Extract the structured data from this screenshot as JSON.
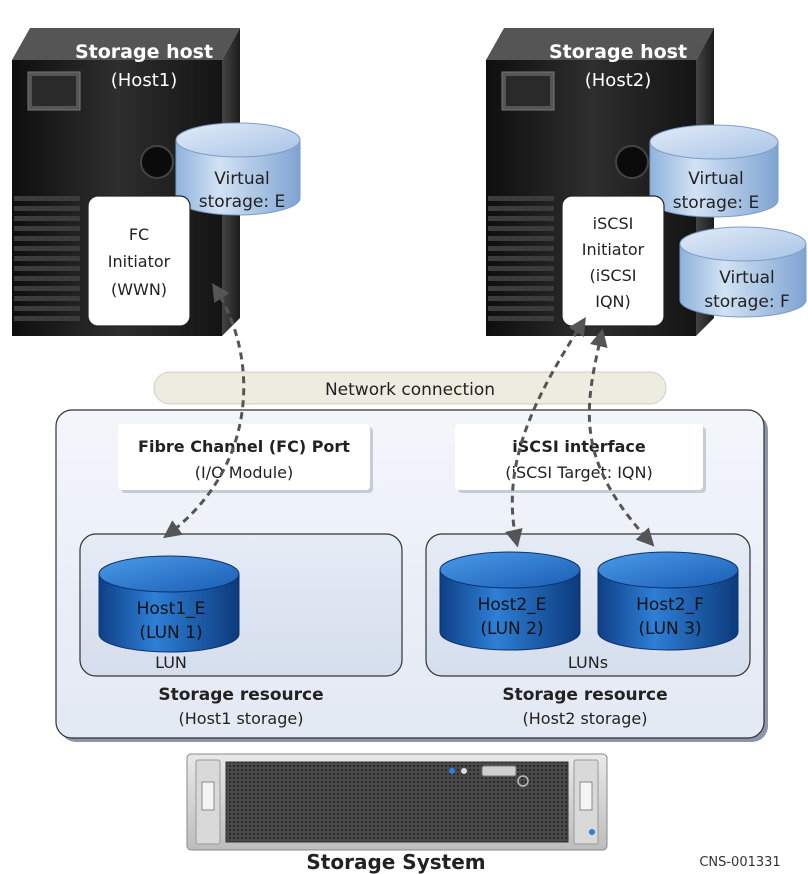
{
  "hosts": {
    "host1": {
      "title": "Storage host",
      "name": "(Host1)",
      "initiator": [
        "FC",
        "Initiator",
        "(WWN)"
      ],
      "virtual_storage": [
        "Virtual",
        "storage: E"
      ]
    },
    "host2": {
      "title": "Storage host",
      "name": "(Host2)",
      "initiator": [
        "iSCSI",
        "Initiator",
        "(iSCSI",
        "IQN)"
      ],
      "virtual_storage_e": [
        "Virtual",
        "storage: E"
      ],
      "virtual_storage_f": [
        "Virtual",
        "storage: F"
      ]
    }
  },
  "network": {
    "label": "Network connection"
  },
  "storage_system": {
    "fc_port": {
      "title": "Fibre Channel (FC) Port",
      "subtitle": "(I/O Module)"
    },
    "iscsi_interface": {
      "title": "iSCSI interface",
      "subtitle": "(iSCSI Target: IQN)"
    },
    "resource1": {
      "luns": [
        {
          "name": "Host1_E",
          "lun": "(LUN 1)"
        }
      ],
      "lun_label": "LUN",
      "title": "Storage resource",
      "subtitle": "(Host1 storage)"
    },
    "resource2": {
      "luns": [
        {
          "name": "Host2_E",
          "lun": "(LUN 2)"
        },
        {
          "name": "Host2_F",
          "lun": "(LUN 3)"
        }
      ],
      "lun_label": "LUNs",
      "title": "Storage resource",
      "subtitle": "(Host2 storage)"
    },
    "label": "Storage System"
  },
  "figure_id": "CNS-001331",
  "colors": {
    "tower_dark": "#1a1a1a",
    "tower_mid": "#3a3a3a",
    "disk_light": "#b8d0ea",
    "disk_blue": "#1f63b8",
    "panel_fill": "#eef2f9",
    "pill_fill": "#ededdf"
  }
}
